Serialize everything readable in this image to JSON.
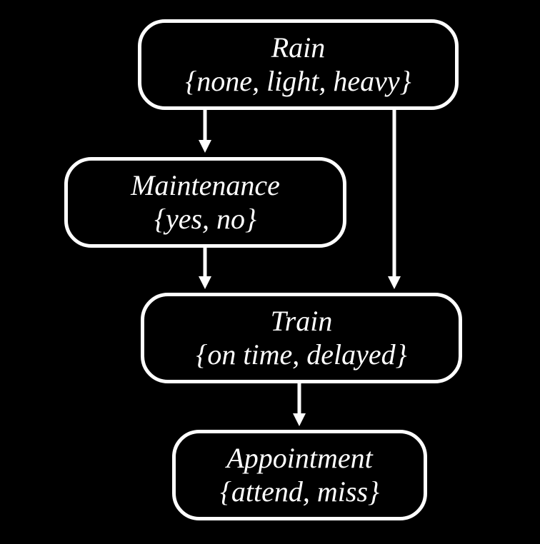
{
  "diagram": {
    "background_color": "#000000",
    "node_border_color": "#ffffff",
    "text_color": "#ffffff",
    "arrow_color": "#ffffff",
    "nodes": [
      {
        "id": "rain",
        "label": "Rain",
        "values": "{none, light, heavy}"
      },
      {
        "id": "maintenance",
        "label": "Maintenance",
        "values": "{yes, no}"
      },
      {
        "id": "train",
        "label": "Train",
        "values": "{on time, delayed}"
      },
      {
        "id": "appointment",
        "label": "Appointment",
        "values": "{attend, miss}"
      }
    ],
    "edges": [
      {
        "from": "Rain",
        "to": "Maintenance"
      },
      {
        "from": "Rain",
        "to": "Train"
      },
      {
        "from": "Maintenance",
        "to": "Train"
      },
      {
        "from": "Train",
        "to": "Appointment"
      }
    ]
  }
}
